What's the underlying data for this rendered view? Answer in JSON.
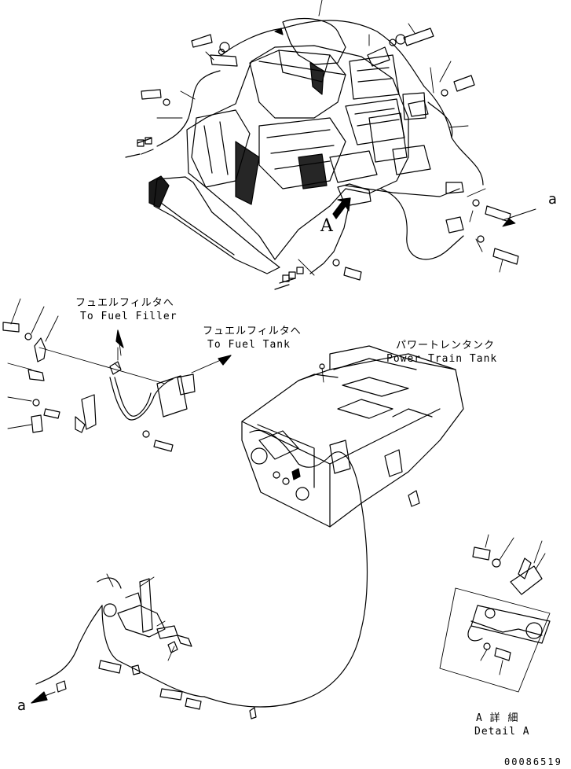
{
  "labels": {
    "fuel_filler_jp": "フュエルフィルタへ",
    "fuel_filler_en": "To Fuel Filler",
    "fuel_tank_jp": "フュエルフィルタへ",
    "fuel_tank_en": "To Fuel Tank",
    "power_train_jp": "パワートレンタンク",
    "power_train_en": "Power Train Tank",
    "detail_jp": "A 詳 細",
    "detail_en": "Detail A",
    "view_a": "A",
    "ref_a_top": "a",
    "ref_a_bottom": "a",
    "drawing_code": "00086519"
  }
}
